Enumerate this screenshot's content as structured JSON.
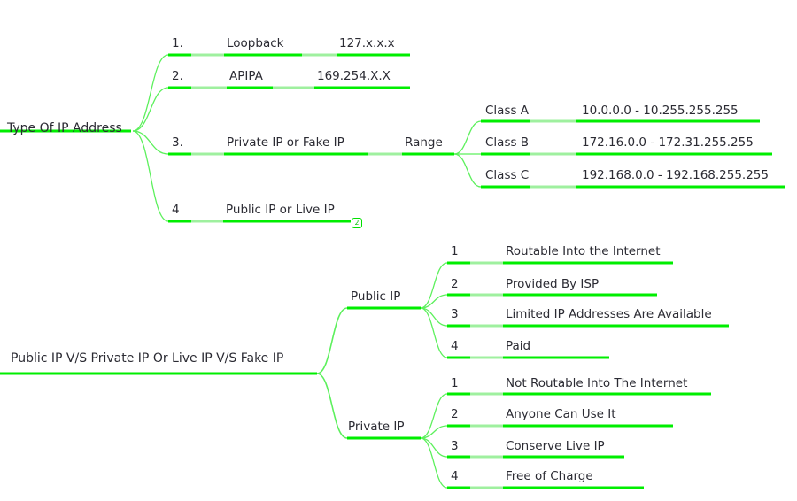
{
  "diagram": {
    "title_top": "Type Of IP Address",
    "title_bottom": "Public IP V/S Private IP Or Live IP V/S Fake IP",
    "colors": {
      "branch_strong": "#00ee00",
      "branch_soft": "#9ff09f",
      "connector": "#5cf05c",
      "text": "#2b2b33",
      "background": "#ffffff"
    }
  },
  "map_top": {
    "root": "Type Of IP Address",
    "branches": [
      {
        "num": "1.",
        "label": "Loopback",
        "value": "127.x.x.x"
      },
      {
        "num": "2.",
        "label": "APIPA",
        "value": "169.254.X.X"
      },
      {
        "num": "3.",
        "label": "Private IP or Fake IP",
        "value": "Range"
      },
      {
        "num": "4",
        "label": "Public IP or Live IP",
        "value": ""
      }
    ],
    "range_children": [
      {
        "label": "Class A",
        "value": "10.0.0.0 - 10.255.255.255"
      },
      {
        "label": "Class B",
        "value": "172.16.0.0 - 172.31.255.255"
      },
      {
        "label": "Class C",
        "value": "192.168.0.0 - 192.168.255.255"
      }
    ],
    "badge": "2"
  },
  "map_bottom": {
    "root": "Public IP V/S Private IP Or Live IP V/S Fake IP",
    "groups": [
      {
        "label": "Public IP",
        "items": [
          {
            "num": "1",
            "label": "Routable Into the Internet"
          },
          {
            "num": "2",
            "label": "Provided By ISP"
          },
          {
            "num": "3",
            "label": "Limited IP Addresses Are Available"
          },
          {
            "num": "4",
            "label": "Paid"
          }
        ]
      },
      {
        "label": "Private IP",
        "items": [
          {
            "num": "1",
            "label": "Not Routable Into The Internet"
          },
          {
            "num": "2",
            "label": "Anyone Can Use It"
          },
          {
            "num": "3",
            "label": "Conserve Live IP"
          },
          {
            "num": "4",
            "label": "Free of Charge"
          }
        ]
      }
    ]
  }
}
